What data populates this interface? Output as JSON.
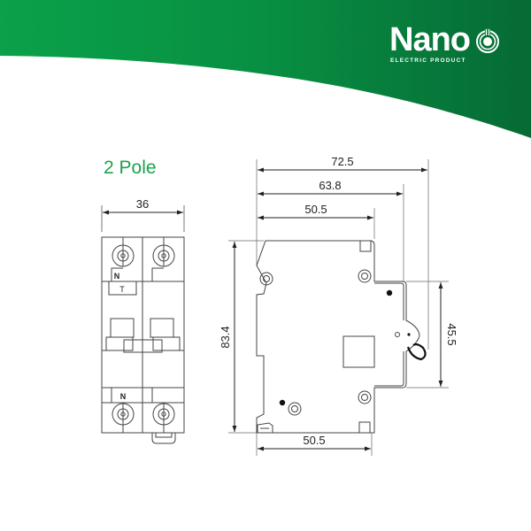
{
  "brand": {
    "name": "Nano",
    "tagline": "ELECTRIC PRODUCT",
    "colors": {
      "primary_green": "#0a9a45",
      "dark_green": "#06703a",
      "title_green": "#1aa34a"
    }
  },
  "title": "2 Pole",
  "front_view": {
    "width_dimension": "36",
    "top_labels": {
      "neutral": "N",
      "test": "T"
    },
    "bottom_labels": {
      "neutral": "N"
    }
  },
  "side_view": {
    "dimensions": {
      "overall_depth": "72.5",
      "mid_depth": "63.8",
      "top_depth": "50.5",
      "height": "83.4",
      "rail_height": "45.5",
      "bottom_depth": "50.5"
    }
  }
}
